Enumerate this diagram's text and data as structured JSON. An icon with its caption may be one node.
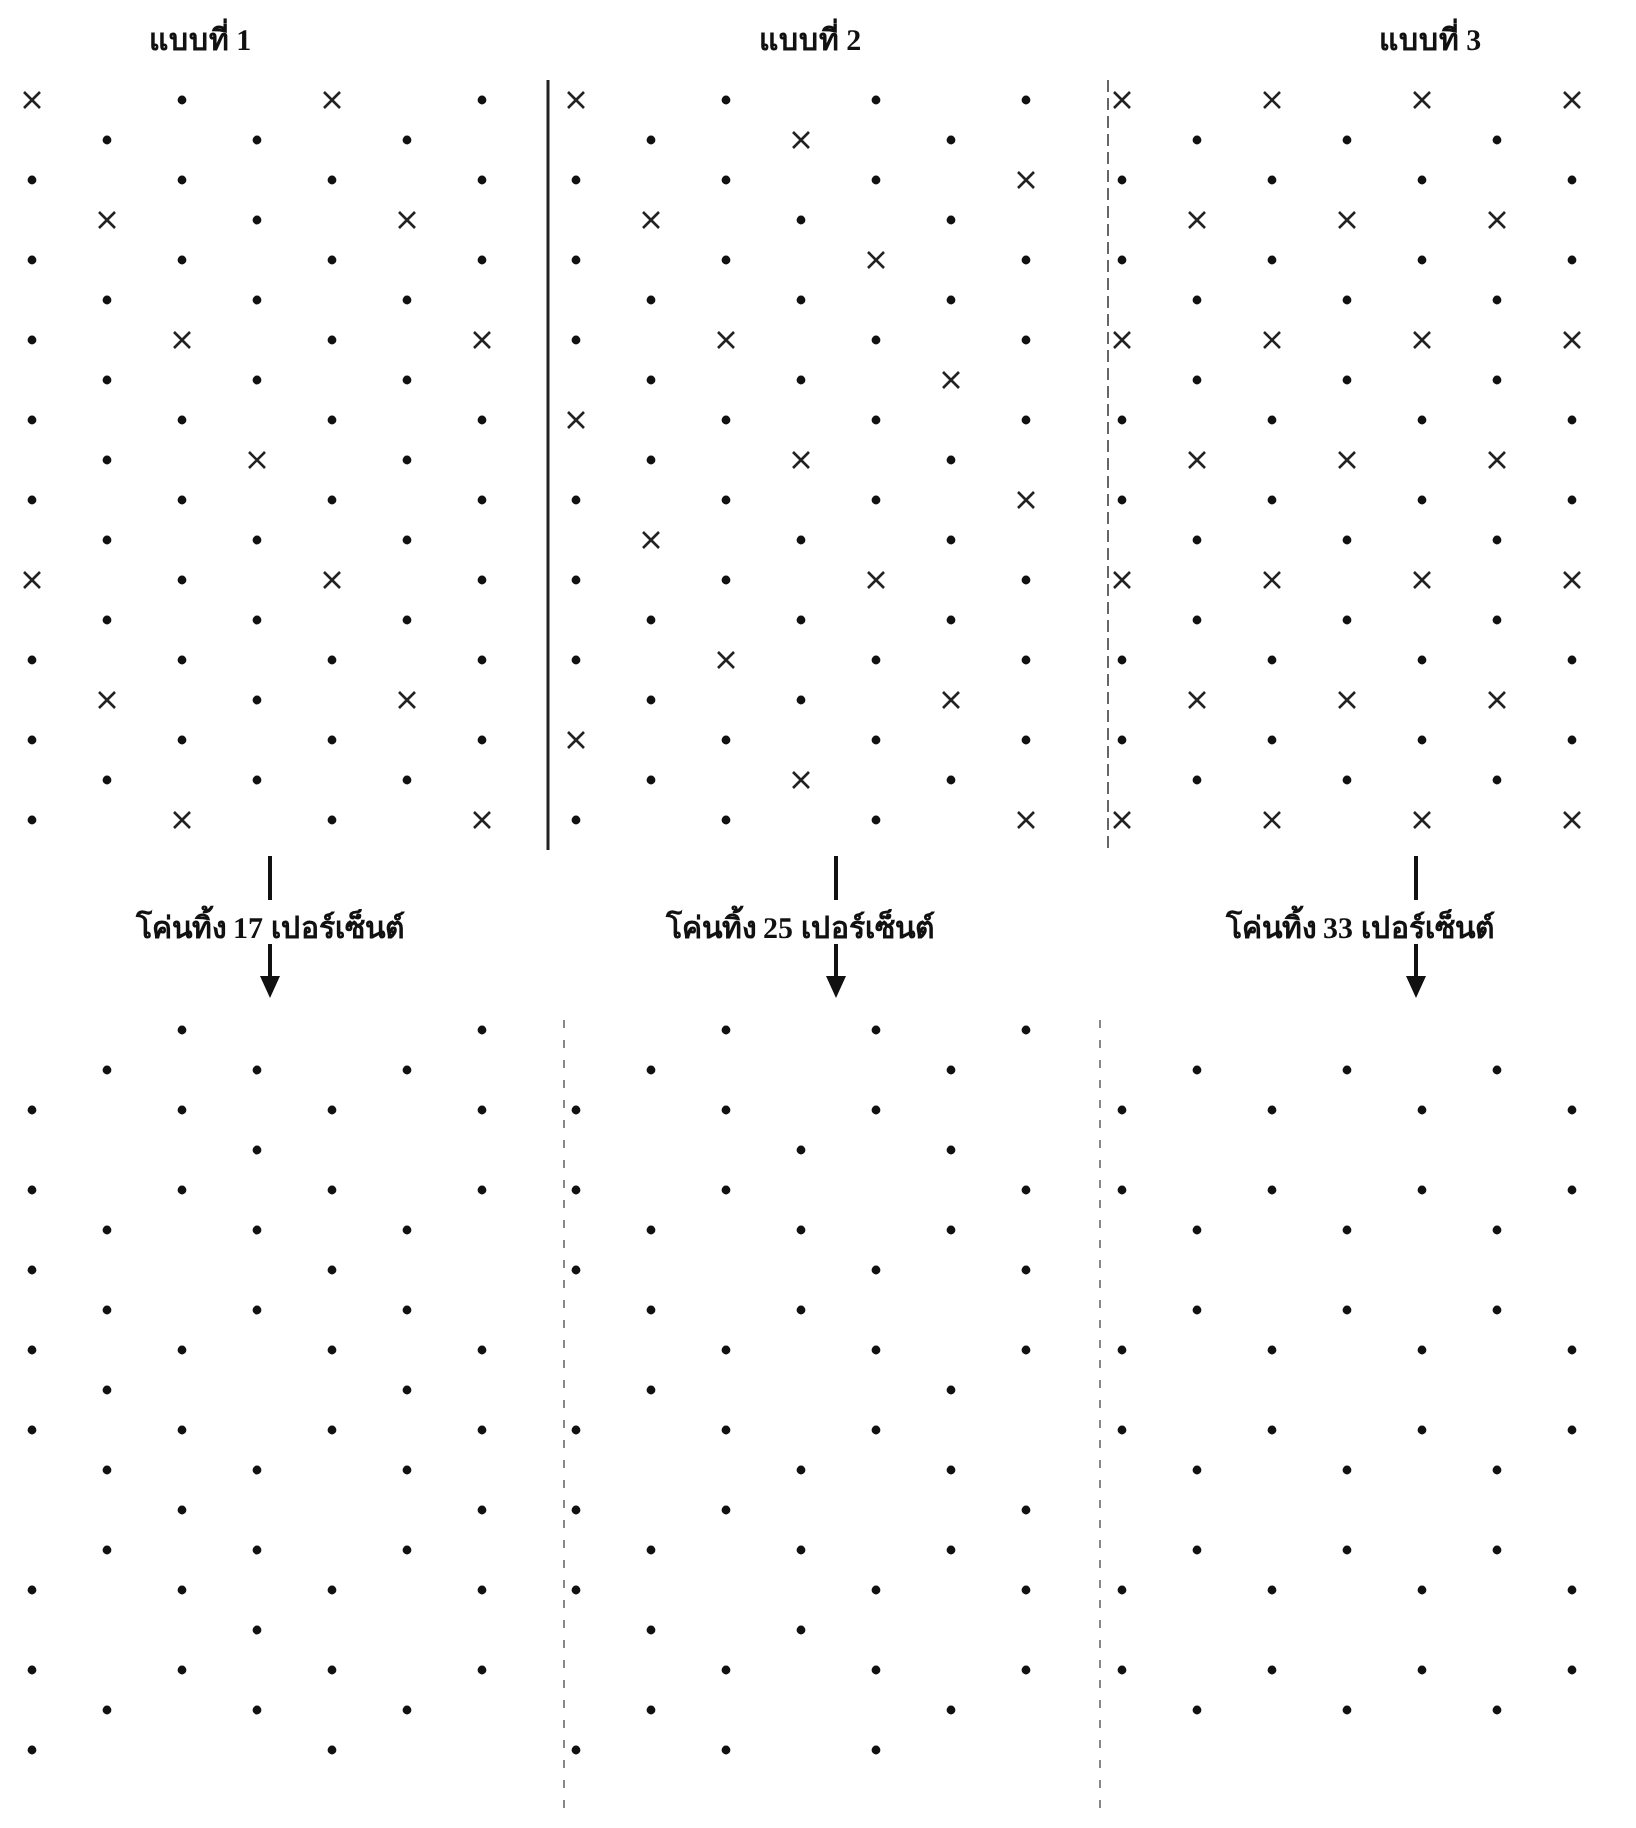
{
  "diagram": {
    "labels": [
      "แบบที่ 1",
      "แบบที่ 2",
      "แบบที่ 3",
      "โค่นทิ้ง 17 เปอร์เซ็นต์",
      "โค่นทิ้ง 25 เปอร์เซ็นต์",
      "โค่นทิ้ง 33 เปอร์เซ็นต์"
    ]
  }
}
